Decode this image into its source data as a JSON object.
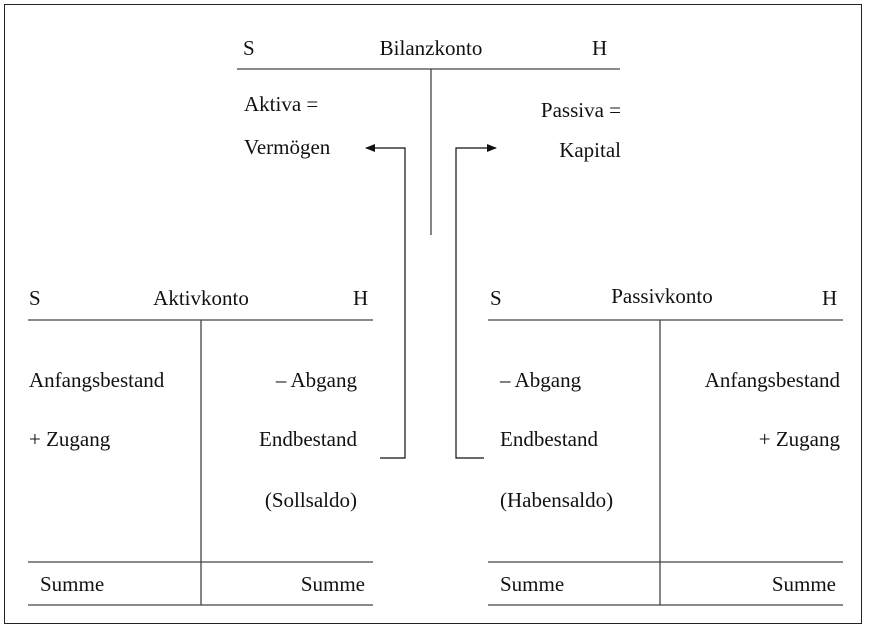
{
  "bilanzkonto": {
    "title": "Bilanzkonto",
    "soll": "S",
    "haben": "H",
    "left_line1": "Aktiva =",
    "left_line2": "Vermögen",
    "right_line1": "Passiva =",
    "right_line2": "Kapital"
  },
  "aktivkonto": {
    "title": "Aktivkonto",
    "soll": "S",
    "haben": "H",
    "left_rows": [
      "Anfangsbestand",
      "+ Zugang"
    ],
    "right_rows": [
      "– Abgang",
      "Endbestand",
      "(Sollsaldo)"
    ],
    "sum_left": "Summe",
    "sum_right": "Summe"
  },
  "passivkonto": {
    "title": "Passivkonto",
    "soll": "S",
    "haben": "H",
    "left_rows": [
      "– Abgang",
      "Endbestand",
      "(Habensaldo)"
    ],
    "right_rows": [
      "Anfangsbestand",
      "+ Zugang"
    ],
    "sum_left": "Summe",
    "sum_right": "Summe"
  }
}
